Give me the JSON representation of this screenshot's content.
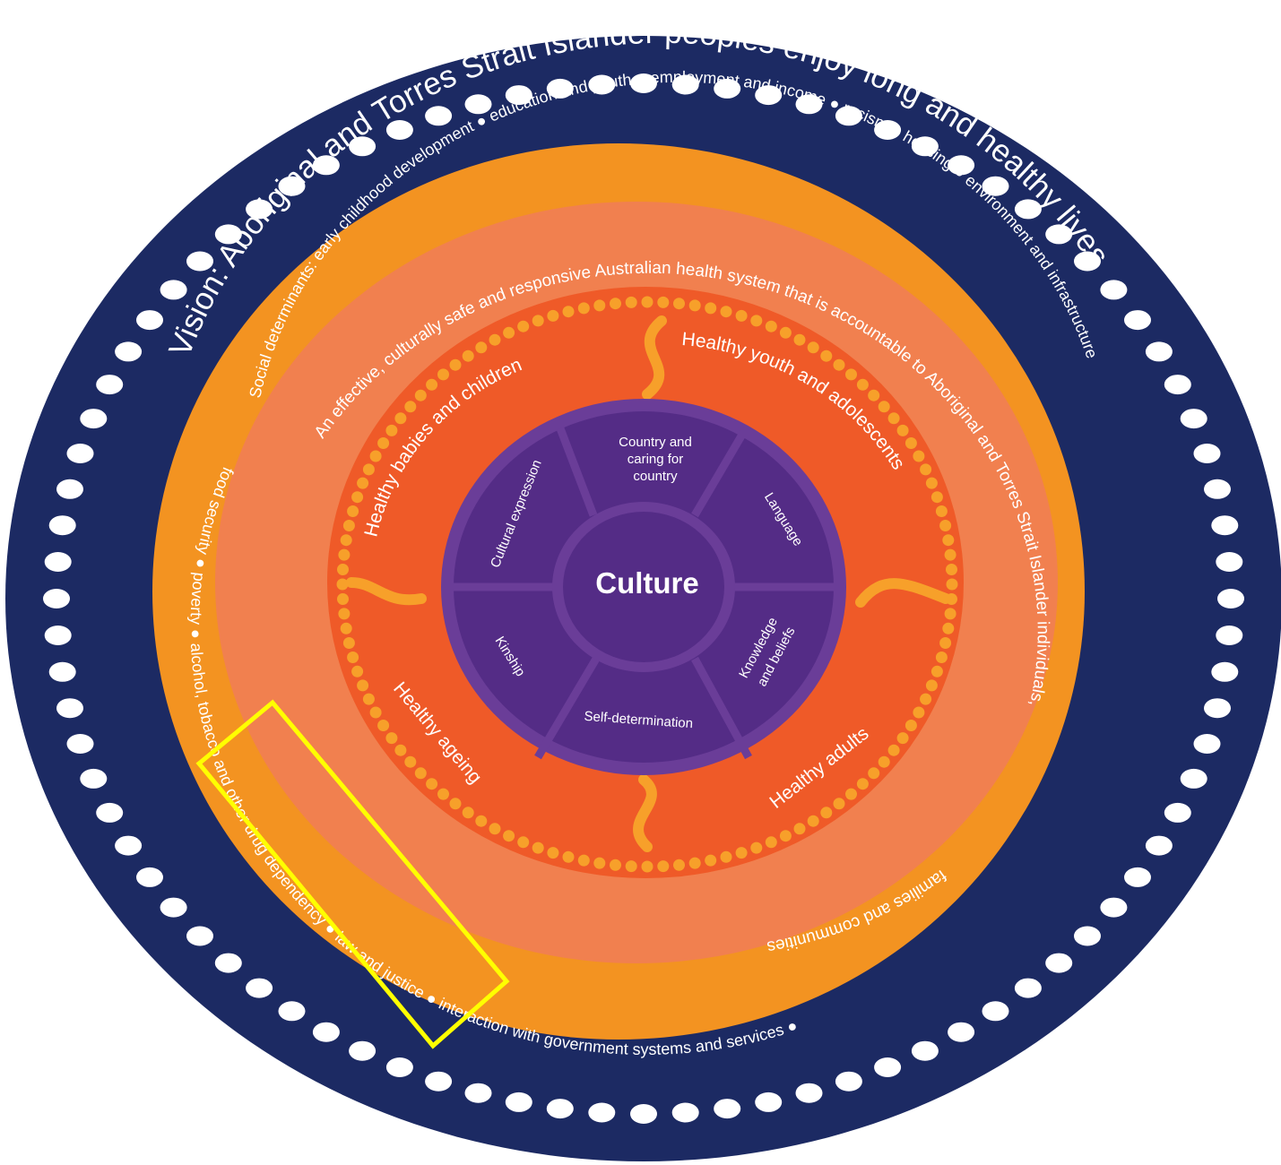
{
  "vision": "Vision: Aboriginal and Torres Strait Islander peoples enjoy long and healthy lives",
  "social_determinants": {
    "top": "Social determinants: early childhood development ● education and youth ● employment and income ● racism ● housing ● environment and infrastructure",
    "bottom": "food security ● poverty ● alcohol, tobacco and other drug dependency ● law and justice ● interaction with government systems and services ●"
  },
  "health_system": {
    "top": "An effective, culturally safe and responsive Australian health system that is accountable to Aboriginal and Torres Strait Islander individuals,",
    "bottom": "families and communities"
  },
  "life_course": {
    "babies": "Healthy babies and children",
    "youth": "Healthy youth and adolescents",
    "adults": "Healthy adults",
    "ageing": "Healthy ageing"
  },
  "culture": {
    "center": "Culture",
    "segments": {
      "country_line1": "Country and",
      "country_line2": "caring for",
      "country_line3": "country",
      "language": "Language",
      "knowledge_line1": "Knowledge",
      "knowledge_line2": "and beliefs",
      "self_determination": "Self-determination",
      "kinship": "Kinship",
      "cultural_expression": "Cultural expression"
    }
  },
  "colors": {
    "navy": "#1c2a63",
    "orange": "#f39321",
    "salmon": "#f1804f",
    "red_orange": "#ef5a28",
    "dots": "#f7a02a",
    "purple_outer": "#6a3d98",
    "purple_inner": "#542c86",
    "highlight": "#ffff00"
  },
  "highlight_label": "alcohol, tobacco and other drug dependency"
}
